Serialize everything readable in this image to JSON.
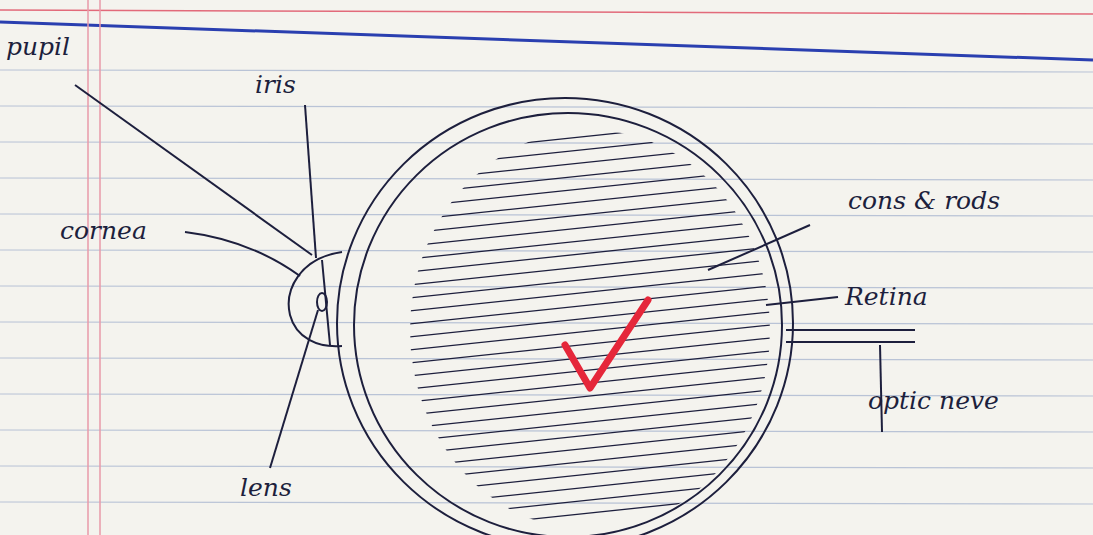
{
  "diagram": {
    "labels": [
      "pupil",
      "iris",
      "cornea",
      "lens",
      "cons & rods",
      "Retina",
      "optic neve"
    ]
  }
}
